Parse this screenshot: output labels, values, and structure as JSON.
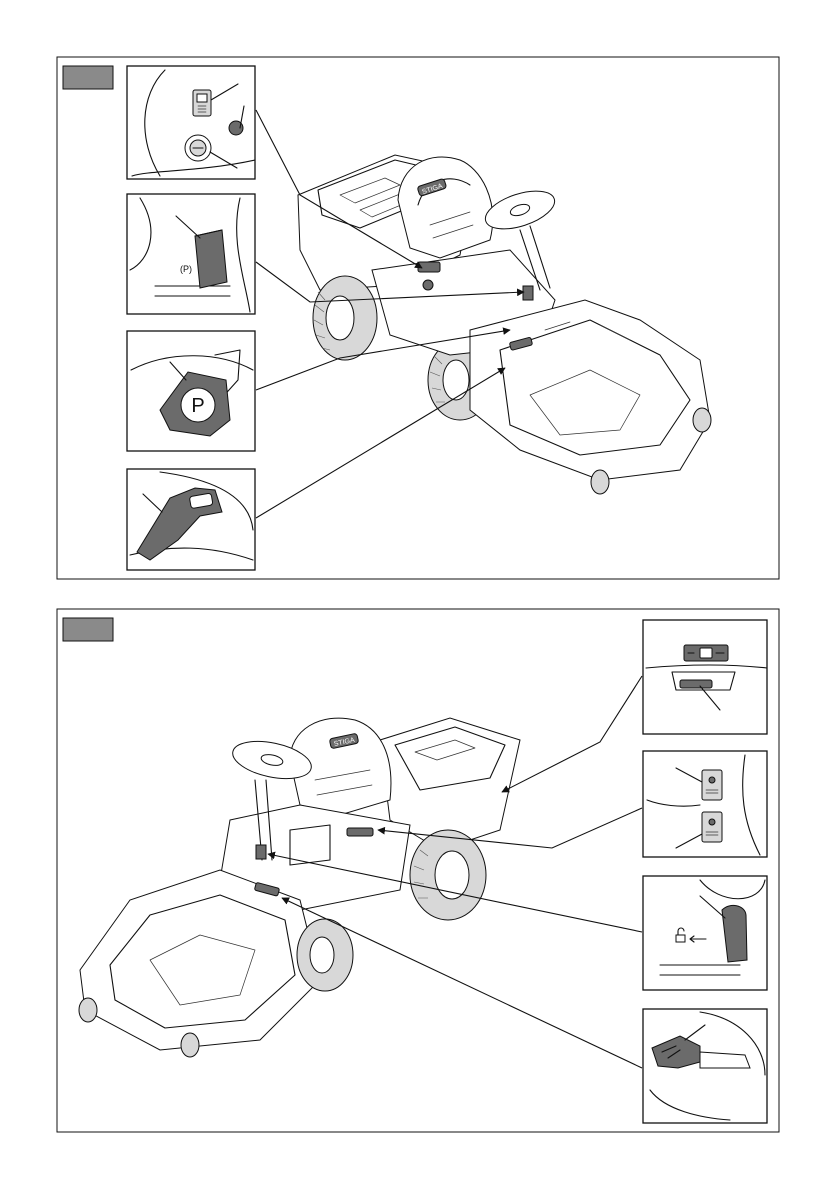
{
  "figures": [
    {
      "id": "upper",
      "number_tag": "",
      "insets": [
        "switch-panel-and-ignition",
        "cutting-height-lever",
        "parking-brake-button",
        "brake-pedal"
      ]
    },
    {
      "id": "lower",
      "number_tag": "",
      "insets": [
        "display-panel-and-switch",
        "control-switches",
        "lever-lock",
        "drive-pedal"
      ]
    }
  ],
  "symbols": {
    "parking_letter": "P",
    "parking_symbol": "(P)",
    "brand_mark": "STIGA"
  },
  "colors": {
    "line": "#111111",
    "fill_dark": "#6b6b6b",
    "tag_fill": "#8a8a8a",
    "background": "#ffffff"
  }
}
